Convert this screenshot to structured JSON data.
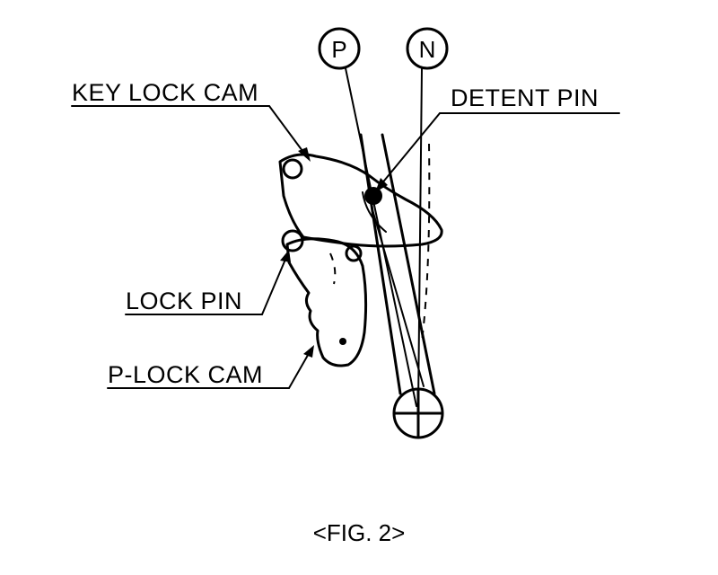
{
  "labels": {
    "key_lock_cam": "KEY LOCK CAM",
    "detent_pin": "DETENT PIN",
    "lock_pin": "LOCK PIN",
    "p_lock_cam": "P-LOCK CAM"
  },
  "positions": {
    "p": "P",
    "n": "N"
  },
  "caption": "<FIG. 2>"
}
